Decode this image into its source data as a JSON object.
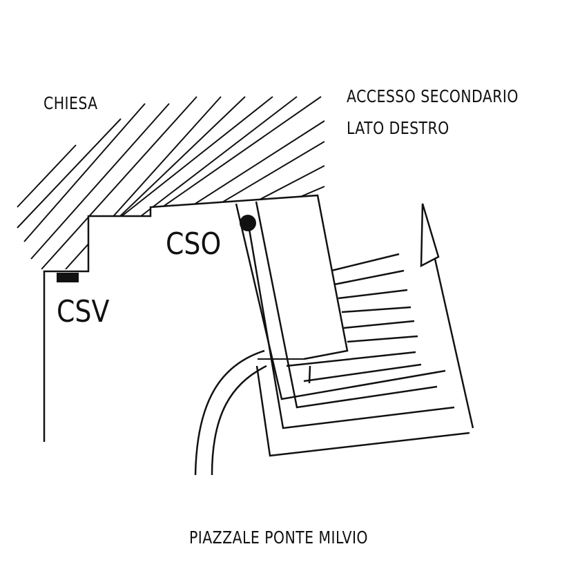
{
  "labels": {
    "chiesa": "CHIESA",
    "accesso_line1": "ACCESSO SECONDARIO",
    "accesso_line2": "LATO DESTRO",
    "cso": "CSO",
    "csv": "CSV",
    "piazzale": "PIAZZALE PONTE MILVIO"
  },
  "colors": {
    "ink": "#111111",
    "background": "#ffffff"
  }
}
